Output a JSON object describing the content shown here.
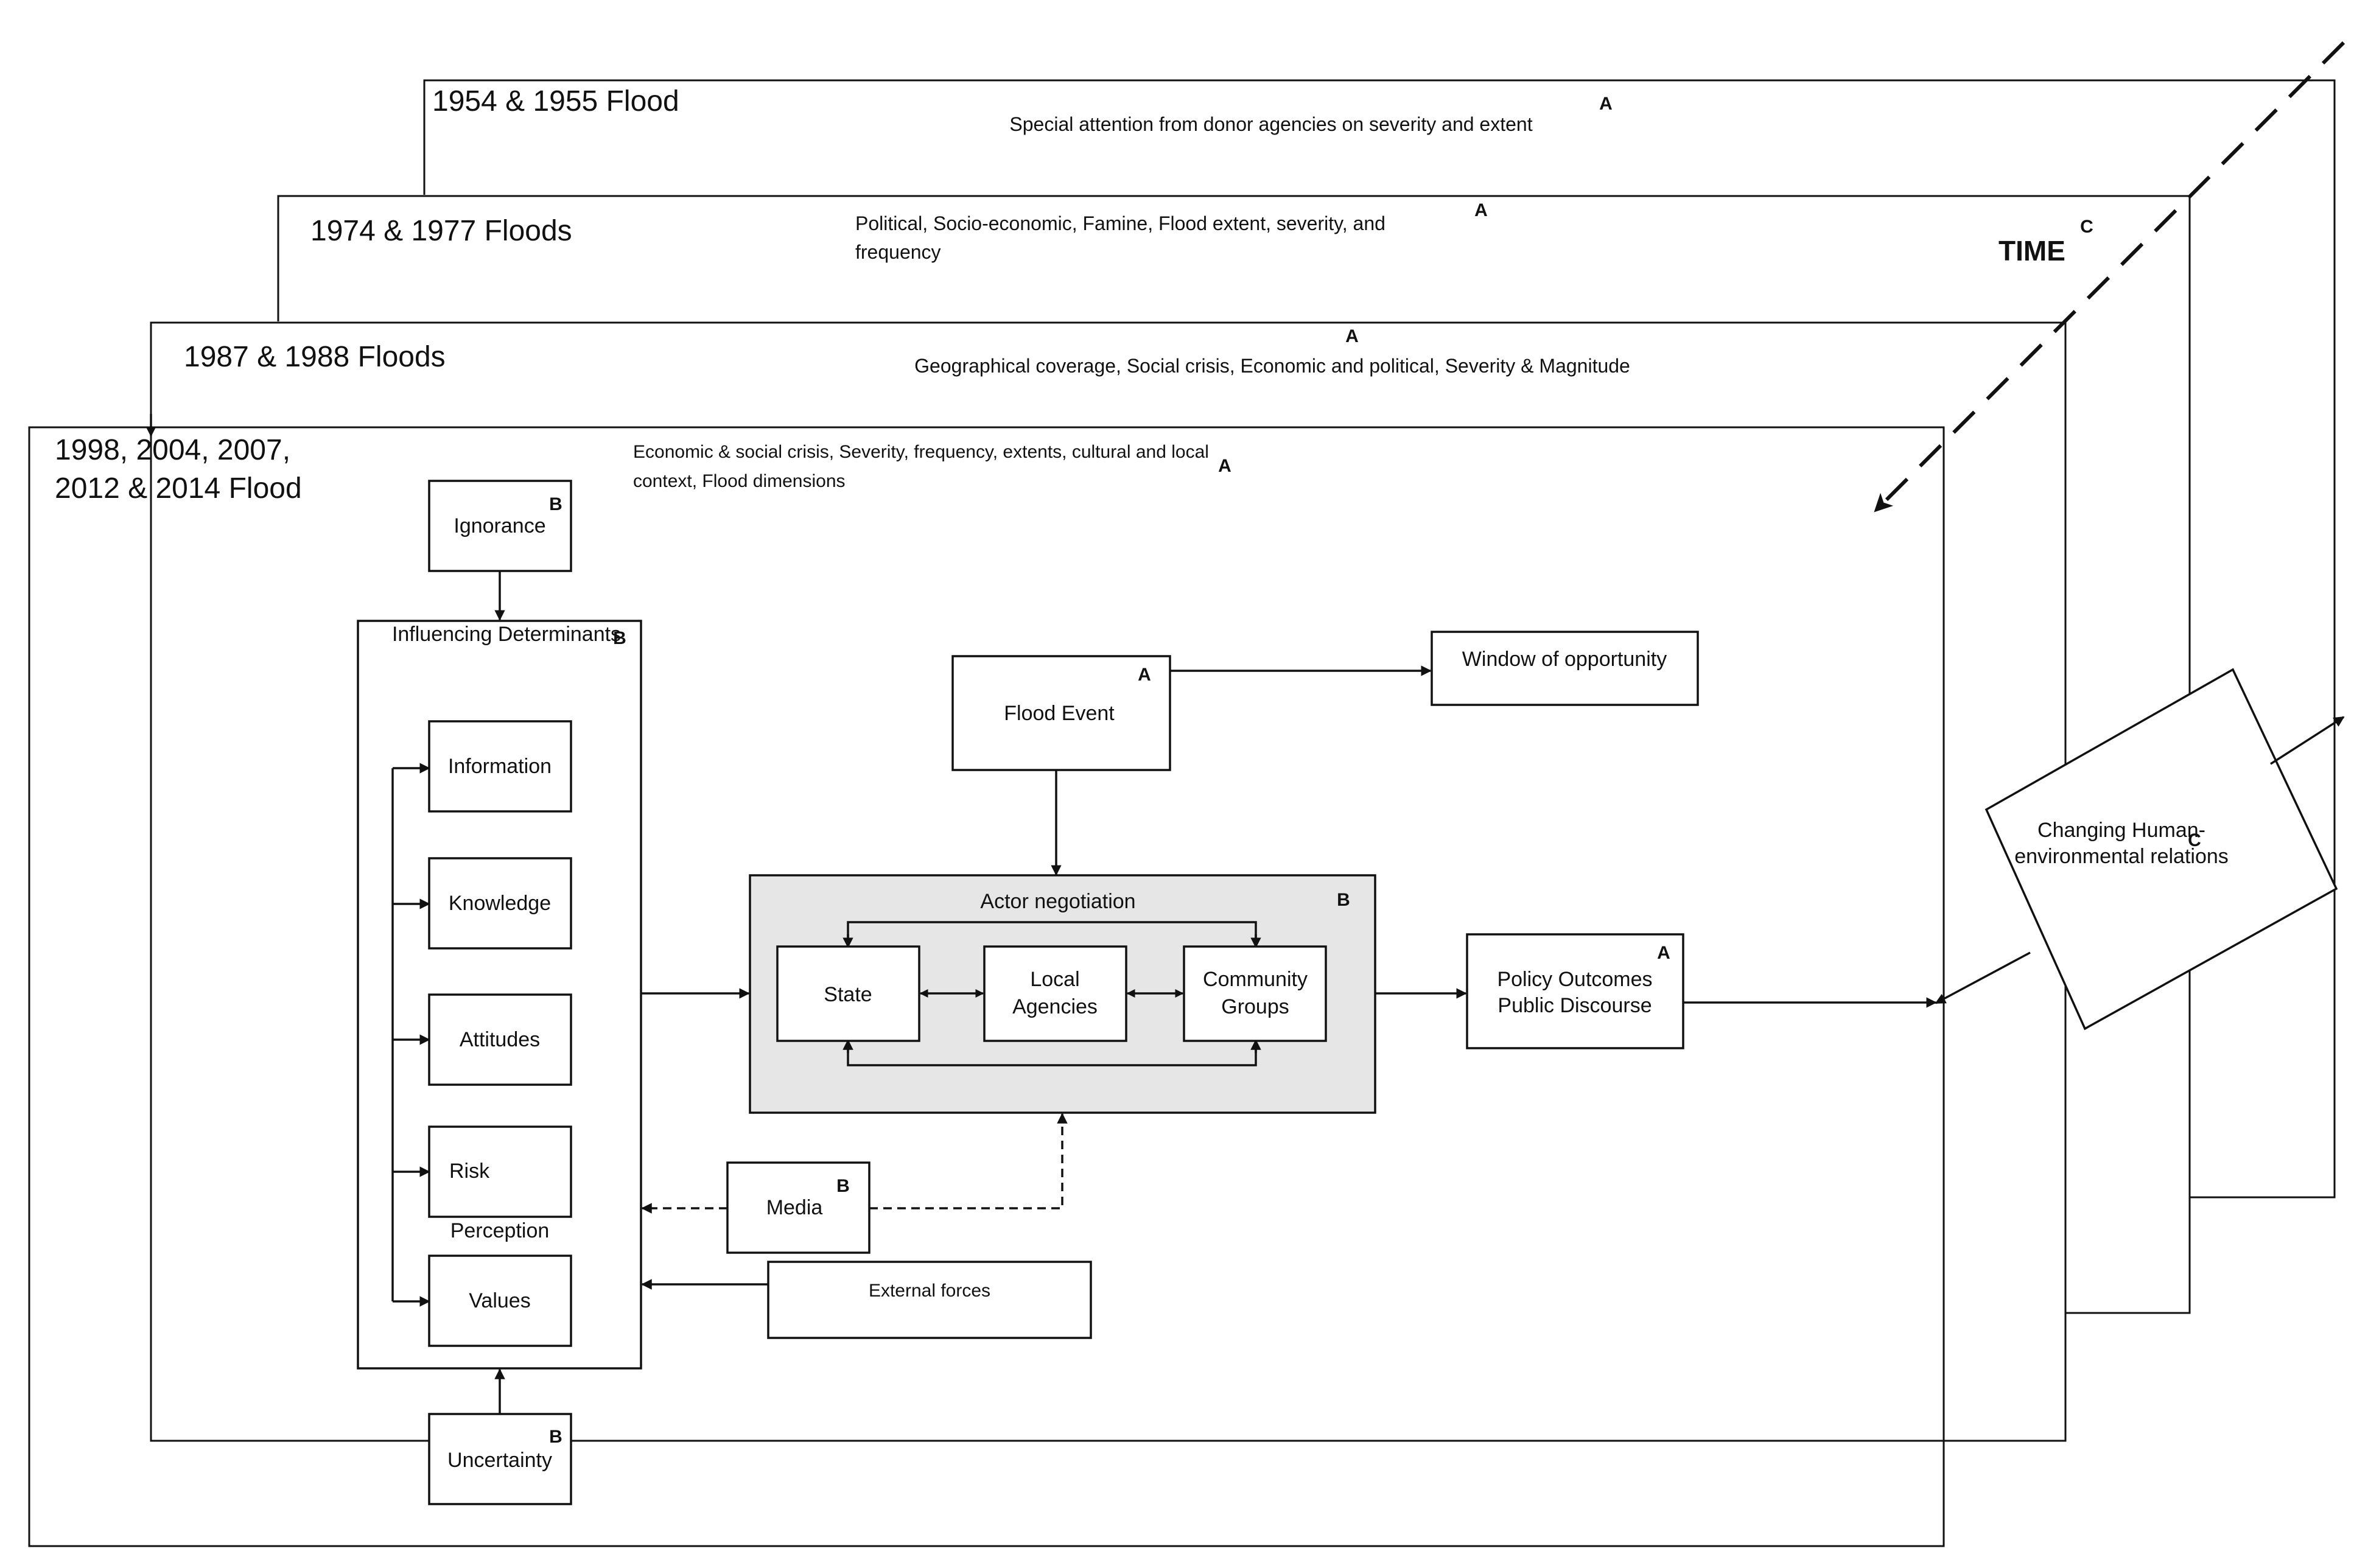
{
  "layers": {
    "l1954": {
      "title": "1954 & 1955 Flood",
      "description": "Special attention from donor agencies on severity and extent",
      "tag": "A"
    },
    "l1974": {
      "title": "1974 & 1977 Floods",
      "description_line1": "Political, Socio-economic, Famine, Flood extent, severity, and",
      "description_line2": "frequency",
      "tag": "A"
    },
    "l1987": {
      "title": "1987 & 1988 Floods",
      "description": "Geographical coverage, Social crisis, Economic and political, Severity & Magnitude",
      "tag": "A"
    },
    "l1998": {
      "title_line1": "1998, 2004, 2007,",
      "title_line2": "2012 & 2014 Flood",
      "description_line1": "Economic & social crisis, Severity, frequency, extents, cultural and local",
      "description_line2": "context, Flood dimensions",
      "tag": "A"
    }
  },
  "time": {
    "label": "TIME",
    "tag": "C"
  },
  "changing": {
    "line1": "Changing Human-",
    "line2": "environmental relations",
    "tag": "C"
  },
  "ignorance": {
    "label": "Ignorance",
    "tag": "B"
  },
  "determinants": {
    "title": "Influencing Determinants",
    "tag": "B",
    "information": "Information",
    "knowledge": "Knowledge",
    "attitudes": "Attitudes",
    "risk_line1": "Risk",
    "risk_line2": "Perception",
    "values": "Values"
  },
  "uncertainty": {
    "label": "Uncertainty",
    "tag": "B"
  },
  "flood_event": {
    "label": "Flood Event",
    "tag": "A"
  },
  "window": {
    "label": "Window of opportunity"
  },
  "actor": {
    "title": "Actor negotiation",
    "tag": "B",
    "state": "State",
    "local_line1": "Local",
    "local_line2": "Agencies",
    "community_line1": "Community",
    "community_line2": "Groups"
  },
  "policy": {
    "line1": "Policy Outcomes",
    "line2": "Public Discourse",
    "tag": "A"
  },
  "media": {
    "label": "Media",
    "tag": "B"
  },
  "external": {
    "label": "External forces"
  }
}
